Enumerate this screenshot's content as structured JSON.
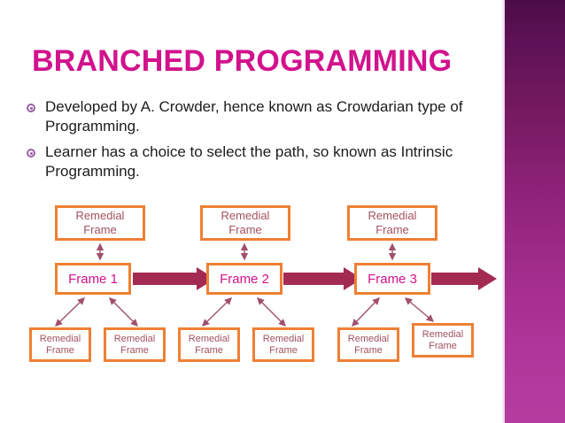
{
  "slide": {
    "title": "BRANCHED PROGRAMMING",
    "background_color": "#ffffff",
    "title_color": "#d2128d",
    "accent_bar_color_top": "#4b0c46",
    "accent_bar_color_bottom": "#b53da0",
    "box_border_color": "#ef8033",
    "arrow_color": "#a32b52",
    "thin_arrow_color": "#a0506d"
  },
  "bullets": [
    "Developed by A. Crowder, hence known as Crowdarian type of Programming.",
    "Learner has a choice to select the path, so known as Intrinsic Programming."
  ],
  "diagram": {
    "top_boxes": [
      {
        "label": "Remedial Frame"
      },
      {
        "label": "Remedial Frame"
      },
      {
        "label": "Remedial Frame"
      }
    ],
    "frames": [
      {
        "label": "Frame 1"
      },
      {
        "label": "Frame 2"
      },
      {
        "label": "Frame 3"
      }
    ],
    "bottom_boxes": [
      {
        "label": "Remedial Frame"
      },
      {
        "label": "Remedial Frame"
      },
      {
        "label": "Remedial Frame"
      },
      {
        "label": "Remedial Frame"
      },
      {
        "label": "Remedial Frame"
      },
      {
        "label": "Remedial Frame"
      }
    ]
  }
}
